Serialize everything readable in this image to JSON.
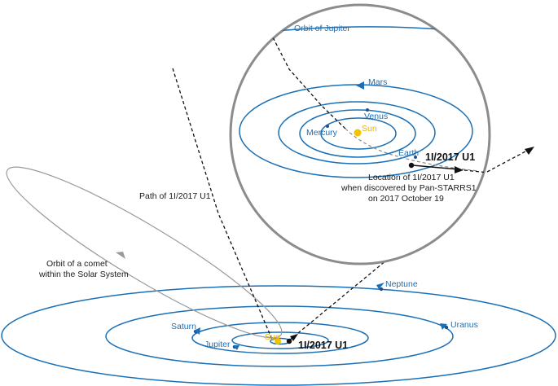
{
  "colors": {
    "orbit": "#1a6fb5",
    "sun": "#f2c300",
    "planet": "#1f4f8f",
    "path": "#111111",
    "comet": "#9a9a9a",
    "inset_ring": "#8c8c8c"
  },
  "inset": {
    "jupiter_label": "Orbit of Jupiter",
    "mars_label": "Mars",
    "venus_label": "Venus",
    "mercury_label": "Mercury",
    "sun_label": "Sun",
    "earth_label": "Earth",
    "object_label": "1I/2017 U1",
    "discovery_lines": [
      "Location of 1I/2017 U1",
      "when discovered by Pan-STARRS1",
      "on 2017 October 19"
    ]
  },
  "main": {
    "path_label": "Path of 1I/2017 U1",
    "comet_lines": [
      "Orbit of a comet",
      "within the Solar System"
    ],
    "neptune_label": "Neptune",
    "uranus_label": "Uranus",
    "saturn_label": "Saturn",
    "jupiter_label": "Jupiter",
    "sun_label": "Sun",
    "object_label": "1I/2017 U1"
  }
}
